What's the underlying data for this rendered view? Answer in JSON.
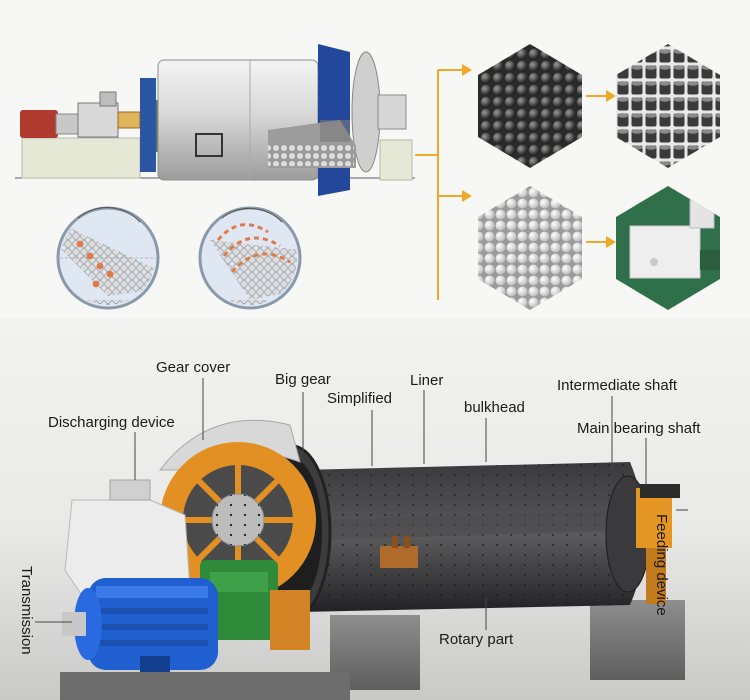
{
  "labels": {
    "gear_cover": "Gear cover",
    "big_gear": "Big gear",
    "liner": "Liner",
    "simplified": "Simplified",
    "intermediate_shaft": "Intermediate shaft",
    "bulkhead": "bulkhead",
    "discharging_device": "Discharging device",
    "main_bearing_shaft": "Main bearing shaft",
    "feeding_device": "Feeding device",
    "transmission": "Transmission",
    "rotary_part": "Rotary part"
  },
  "colors": {
    "accent_orange": "#f0a828",
    "mill_blue": "#1e3f8a",
    "motor_blue": "#1f5fd0",
    "gear_orange": "#e08a1e",
    "reducer_green": "#2f8a3a"
  }
}
